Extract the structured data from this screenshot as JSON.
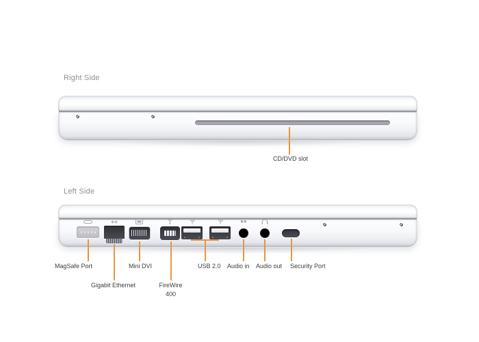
{
  "page": {
    "background": "#FFFFFF"
  },
  "colors": {
    "accent_line": "#E8953C",
    "label_text": "#3D3D3D",
    "heading_text": "#8F8F8F",
    "seam": "#87878D",
    "slot": "#A0A0A8",
    "port_dark": "#3A3A41",
    "icon_gray": "#989CA3"
  },
  "right_side": {
    "heading": "Right Side",
    "callouts": [
      {
        "label": "CD/DVD slot",
        "target": "cd-dvd-slot"
      }
    ]
  },
  "left_side": {
    "heading": "Left Side",
    "callouts": [
      {
        "label": "MagSafe Port",
        "target": "magsafe-port"
      },
      {
        "label": "Gigabit Ethernet",
        "target": "gigabit-ethernet-port"
      },
      {
        "label": "Mini DVI",
        "target": "mini-dvi-port"
      },
      {
        "label": "FireWire",
        "label2": "400",
        "target": "firewire-400-port"
      },
      {
        "label": "USB 2.0",
        "target": "usb-ports"
      },
      {
        "label": "Audio in",
        "target": "audio-in-jack"
      },
      {
        "label": "Audio out",
        "target": "audio-out-jack"
      },
      {
        "label": "Security Port",
        "target": "security-slot"
      }
    ],
    "ports": [
      {
        "name": "magsafe-port",
        "icon": "magsafe-icon"
      },
      {
        "name": "gigabit-ethernet-port",
        "icon": "ethernet-arrows-icon"
      },
      {
        "name": "mini-dvi-port",
        "icon": "display-icon"
      },
      {
        "name": "firewire-400-port",
        "icon": "firewire-y-icon"
      },
      {
        "name": "usb-port-1",
        "icon": "usb-trident-icon"
      },
      {
        "name": "usb-port-2",
        "icon": "usb-trident-icon"
      },
      {
        "name": "audio-in-jack",
        "icon": "audio-in-icon"
      },
      {
        "name": "audio-out-jack",
        "icon": "headphones-icon"
      },
      {
        "name": "security-slot",
        "icon": "none"
      }
    ]
  }
}
